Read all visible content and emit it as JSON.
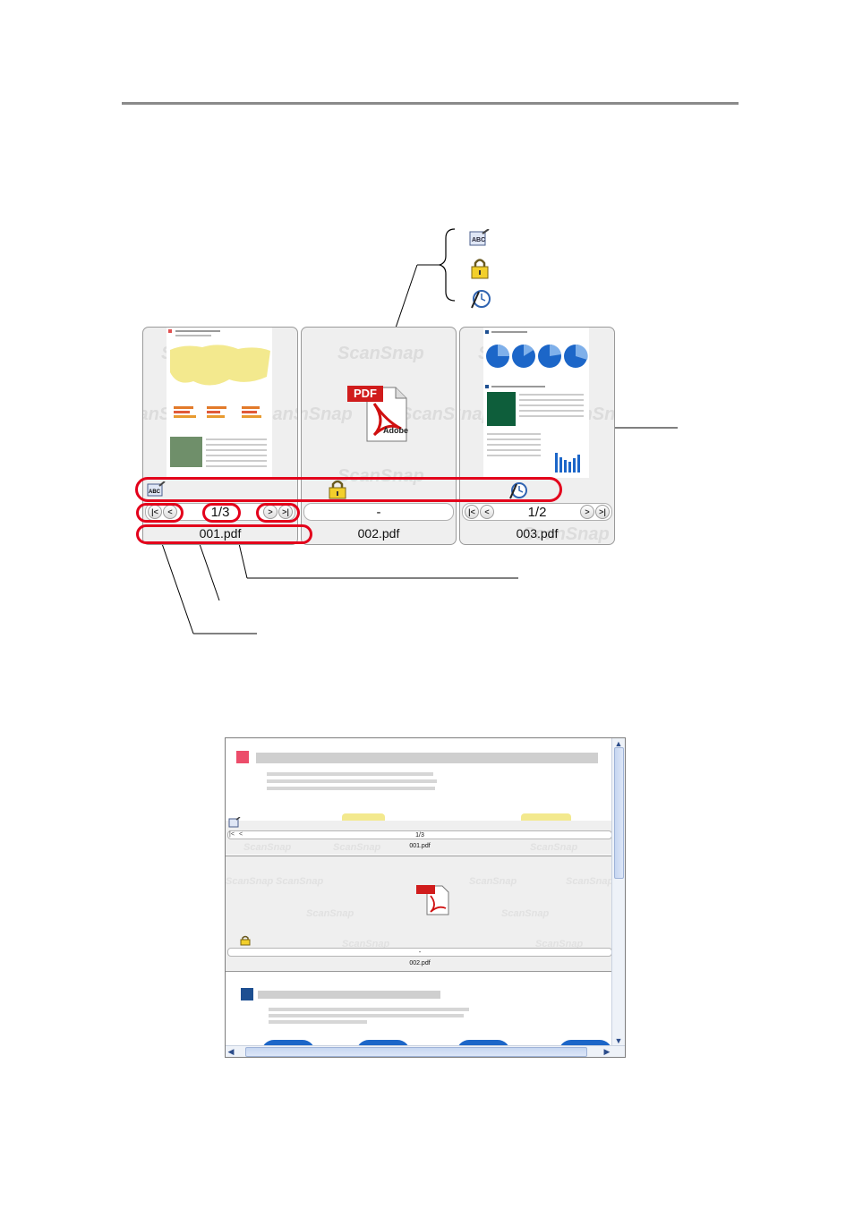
{
  "thumbnails": [
    {
      "page_display": "1/3",
      "filename": "001.pdf",
      "status_icon": "ocr-text-icon",
      "watermark": "ScanSnap"
    },
    {
      "page_display": "-",
      "filename": "002.pdf",
      "status_icon": "lock-icon",
      "watermark": "ScanSnap"
    },
    {
      "page_display": "1/2",
      "filename": "003.pdf",
      "status_icon": "signature-clock-icon",
      "watermark": "ScanSnap"
    }
  ],
  "legend_icons": [
    "ocr-text-icon",
    "lock-icon",
    "signature-clock-icon"
  ],
  "pdf_icon": {
    "badge": "PDF",
    "brand": "Adobe"
  },
  "viewer": {
    "items": [
      {
        "page_display": "1/3",
        "filename": "001.pdf"
      },
      {
        "page_display": "-",
        "filename": "002.pdf"
      }
    ],
    "watermark": "ScanSnap"
  },
  "colors": {
    "highlight_red": "#e3001b",
    "divider": "#8a8a8a"
  }
}
